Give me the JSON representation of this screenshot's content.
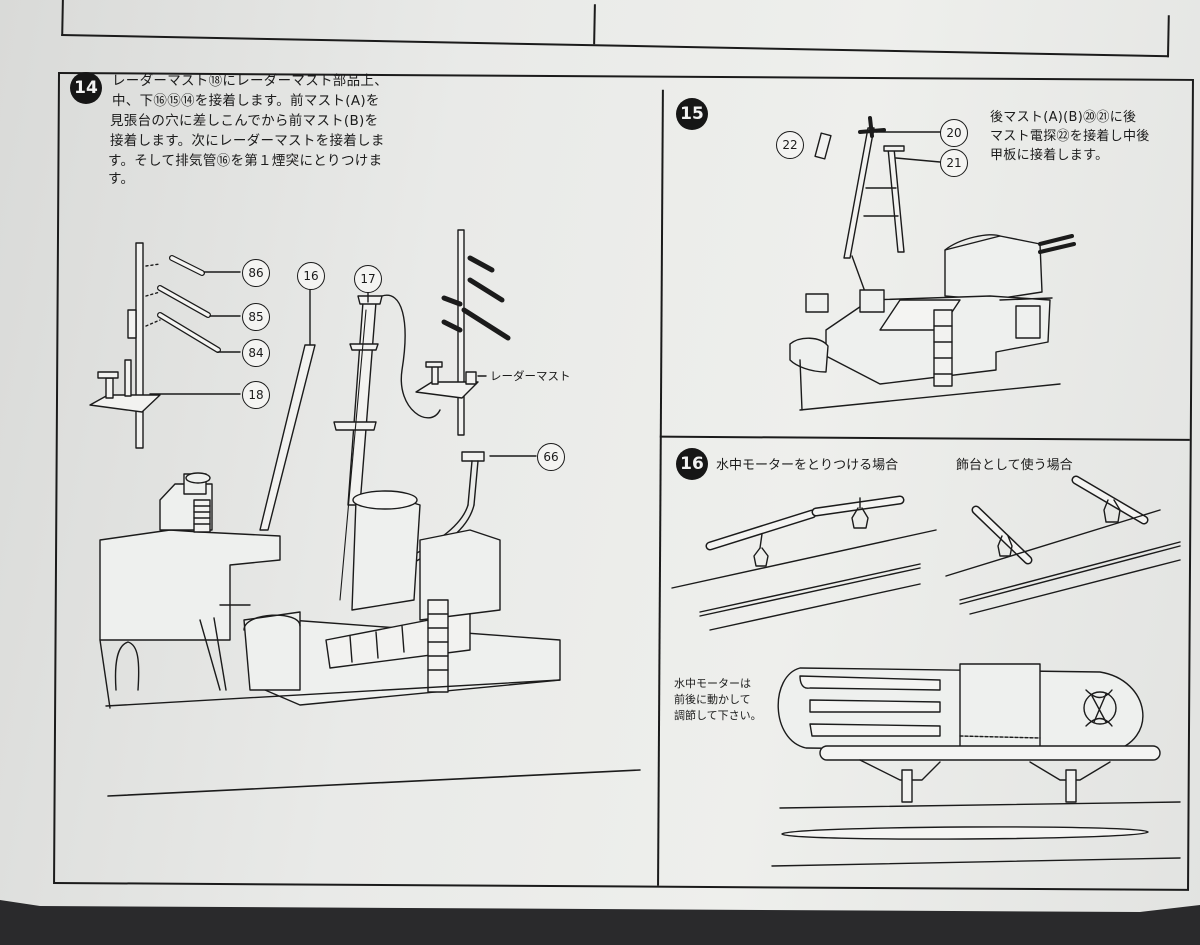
{
  "step14": {
    "number": "14",
    "text_lines": [
      "レーダーマスト⑱にレーダーマスト部品上、",
      "中、下⑯⑮⑭を接着します。前マスト(A)を",
      "見張台の穴に差しこんでから前マスト(B)を",
      "接着します。次にレーダーマストを接着しま",
      "す。そして排気管⑯を第１煙突にとりつけま",
      "す。"
    ],
    "parts": [
      "86",
      "85",
      "84",
      "18",
      "16",
      "17",
      "66"
    ],
    "label_radar_mast": "レーダーマスト"
  },
  "step15": {
    "number": "15",
    "text_lines": [
      "後マスト(A)(B)⑳㉑に後",
      "マスト電探㉒を接着し中後",
      "甲板に接着します。"
    ],
    "parts": [
      "22",
      "20",
      "21"
    ]
  },
  "step16": {
    "number": "16",
    "option_motor": "水中モーターをとりつける場合",
    "option_display": "飾台として使う場合",
    "note_lines": [
      "水中モーターは",
      "前後に動かして",
      "調節して下さい。"
    ]
  }
}
